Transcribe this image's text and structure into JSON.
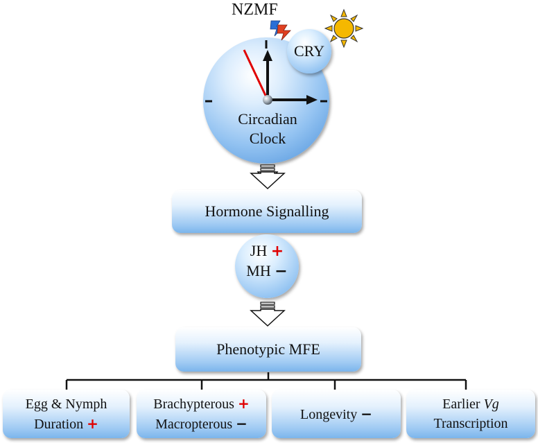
{
  "top": {
    "field_label": "NZMF",
    "cry_label": "CRY",
    "clock_line1": "Circadian",
    "clock_line2": "Clock"
  },
  "hormone_box": {
    "label": "Hormone Signalling"
  },
  "hormones": {
    "jh_label": "JH",
    "jh_sign": "+",
    "mh_label": "MH",
    "mh_sign": "−"
  },
  "phenotype_box": {
    "label": "Phenotypic MFE"
  },
  "outcomes": [
    {
      "line1": "Egg & Nymph",
      "line2_text": "Duration",
      "line2_sign": "+"
    },
    {
      "line1_text": "Brachypterous",
      "line1_sign": "+",
      "line2_text": "Macropterous",
      "line2_sign": "−"
    },
    {
      "text": "Longevity",
      "sign": "−"
    },
    {
      "line1_text": "Earlier",
      "line1_italic": "Vg",
      "line2": "Transcription"
    }
  ],
  "icons": [
    "lightning-icon",
    "sun-icon",
    "block-arrow-icon"
  ],
  "colors": {
    "box_fill": "#9fcaf3",
    "plus_sign": "#e00000",
    "clock_hand_red": "#e00000",
    "sun": "#f5b800",
    "lightning_blue": "#2a6fd6",
    "lightning_red": "#e04020"
  }
}
